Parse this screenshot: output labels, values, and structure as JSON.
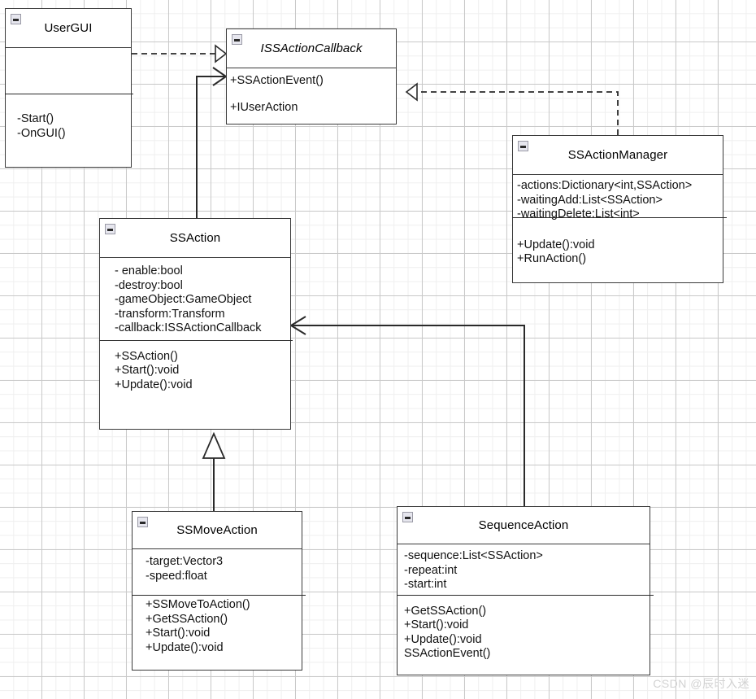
{
  "diagram": {
    "kind": "uml-class-diagram",
    "watermark": "CSDN @辰时入迷",
    "colors": {
      "stroke": "#3a3a3a",
      "box_fill": "#ffffff",
      "grid_minor": "#efefef",
      "grid_major": "#c9c9c9",
      "watermark": "#d2d2d2"
    }
  },
  "classes": [
    {
      "id": "UserGUI",
      "name": "UserGUI",
      "stereotype": "class",
      "italic": false,
      "collapse_icon": "collapse-icon",
      "attributes": [],
      "operations": [
        "-Start()",
        "-OnGUI()"
      ]
    },
    {
      "id": "ISSActionCallback",
      "name": "ISSActionCallback",
      "stereotype": "interface",
      "italic": true,
      "collapse_icon": "collapse-icon",
      "attributes": [],
      "operations": [
        "+SSActionEvent()",
        "+IUserAction"
      ]
    },
    {
      "id": "SSActionManager",
      "name": "SSActionManager",
      "stereotype": "class",
      "italic": false,
      "collapse_icon": "collapse-icon",
      "attributes": [
        "-actions:Dictionary<int,SSAction>",
        "-waitingAdd:List<SSAction>",
        "-waitingDelete:List<int>"
      ],
      "operations": [
        "+Update():void",
        "+RunAction()"
      ]
    },
    {
      "id": "SSAction",
      "name": "SSAction",
      "stereotype": "class",
      "italic": false,
      "collapse_icon": "collapse-icon",
      "attributes": [
        "- enable:bool",
        "-destroy:bool",
        "-gameObject:GameObject",
        "-transform:Transform",
        "-callback:ISSActionCallback"
      ],
      "operations": [
        "+SSAction()",
        "+Start():void",
        "+Update():void"
      ]
    },
    {
      "id": "SSMoveAction",
      "name": "SSMoveAction",
      "stereotype": "class",
      "italic": false,
      "collapse_icon": "collapse-icon",
      "attributes": [
        "-target:Vector3",
        "-speed:float"
      ],
      "operations": [
        "+SSMoveToAction()",
        "+GetSSAction()",
        "+Start():void",
        "+Update():void"
      ]
    },
    {
      "id": "SequenceAction",
      "name": "SequenceAction",
      "stereotype": "class",
      "italic": false,
      "collapse_icon": "collapse-icon",
      "attributes": [
        "-sequence:List<SSAction>",
        "-repeat:int",
        "-start:int"
      ],
      "operations": [
        "+GetSSAction()",
        "+Start():void",
        "+Update():void",
        "SSActionEvent()"
      ]
    }
  ],
  "relationships": [
    {
      "id": "rel-usergui-callback",
      "from": "UserGUI",
      "to": "ISSActionCallback",
      "type": "realization",
      "line": "dashed",
      "arrow": "hollow-triangle"
    },
    {
      "id": "rel-manager-callback",
      "from": "SSActionManager",
      "to": "ISSActionCallback",
      "type": "realization",
      "line": "dashed",
      "arrow": "hollow-triangle"
    },
    {
      "id": "rel-ssaction-callback",
      "from": "SSAction",
      "to": "ISSActionCallback",
      "type": "association",
      "line": "solid",
      "arrow": "open-arrow"
    },
    {
      "id": "rel-sequence-ssaction",
      "from": "SequenceAction",
      "to": "SSAction",
      "type": "association",
      "line": "solid",
      "arrow": "open-arrow"
    },
    {
      "id": "rel-ssmove-ssaction",
      "from": "SSMoveAction",
      "to": "SSAction",
      "type": "generalization",
      "line": "solid",
      "arrow": "hollow-triangle"
    }
  ]
}
